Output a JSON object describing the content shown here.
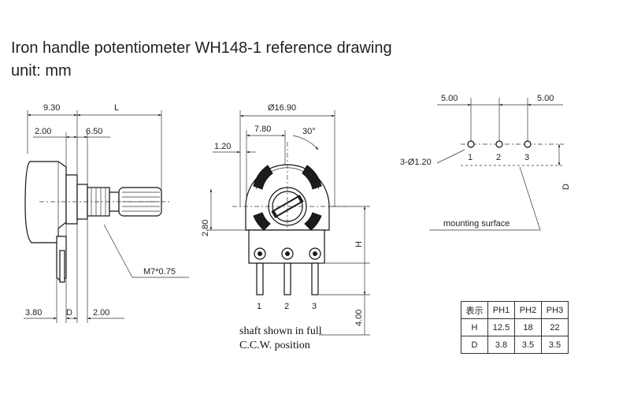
{
  "header": {
    "title": "Iron handle potentiometer WH148-1 reference drawing",
    "unit": "unit: mm"
  },
  "side_view": {
    "dim_9_30": "9.30",
    "dim_L": "L",
    "dim_2_00_top": "2.00",
    "dim_6_50": "6.50",
    "thread": "M7*0.75",
    "dim_3_80": "3.80",
    "dim_D": "D",
    "dim_2_00_bottom": "2.00"
  },
  "front_view": {
    "dim_16_90": "Ø16.90",
    "dim_7_80": "7.80",
    "angle_30": "30°",
    "dim_1_20": "1.20",
    "dim_2_80": "2.80",
    "dim_H": "H",
    "dim_4_00": "4.00",
    "pin_1": "1",
    "pin_2": "2",
    "pin_3": "3",
    "note_line1": "shaft shown in full",
    "note_line2": "C.C.W. position"
  },
  "pcb_layout": {
    "dim_5_00_left": "5.00",
    "dim_5_00_right": "5.00",
    "holes": "3-Ø1.20",
    "pin_1": "1",
    "pin_2": "2",
    "pin_3": "3",
    "dim_D": "D",
    "mounting_surface": "mounting surface"
  },
  "spec_table": {
    "header": [
      "表示",
      "PH1",
      "PH2",
      "PH3"
    ],
    "rows": [
      [
        "H",
        "12.5",
        "18",
        "22"
      ],
      [
        "D",
        "3.8",
        "3.5",
        "3.5"
      ]
    ]
  }
}
